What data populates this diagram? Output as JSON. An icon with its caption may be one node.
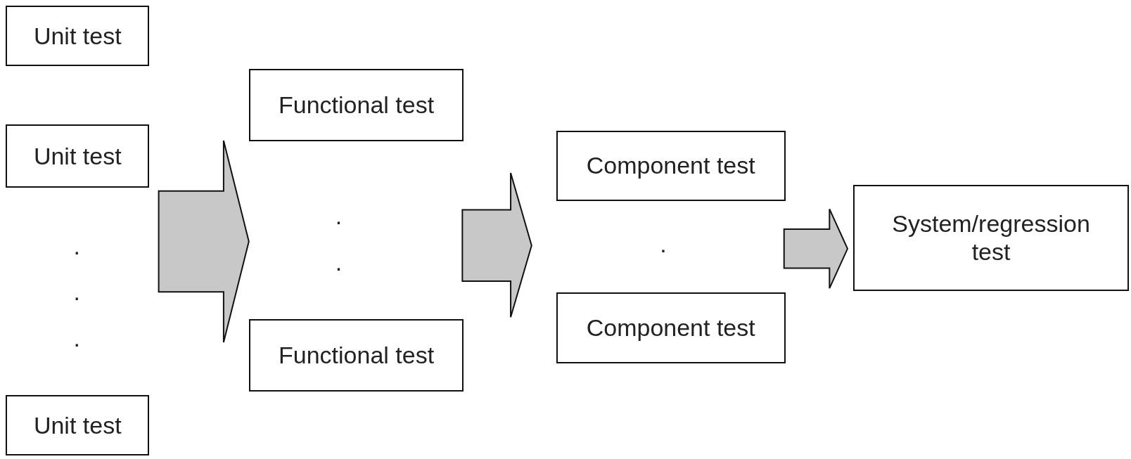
{
  "diagram": {
    "nodes": [
      {
        "text": [
          "Unit test"
        ]
      },
      {
        "text": [
          "Unit test"
        ]
      },
      {
        "text": [
          "Unit test"
        ]
      },
      {
        "text": [
          "Functional test"
        ]
      },
      {
        "text": [
          "Functional test"
        ]
      },
      {
        "text": [
          "Component test"
        ]
      },
      {
        "text": [
          "Component test"
        ]
      },
      {
        "text": [
          "System/regression test"
        ]
      }
    ],
    "edges": [
      {
        "from": 0,
        "to": 3,
        "arrow": "to",
        "style": "thick"
      },
      {
        "from": 0,
        "to": 4,
        "arrow": "to",
        "style": "thick"
      },
      {
        "from": 1,
        "to": 3,
        "arrow": "to",
        "style": "thick"
      },
      {
        "from": 1,
        "to": 4,
        "arrow": "to",
        "style": "thick"
      },
      {
        "from": 2,
        "to": 3,
        "arrow": "to",
        "style": "thick"
      },
      {
        "from": 2,
        "to": 4,
        "arrow": "to",
        "style": "thick"
      },
      {
        "from": 3,
        "to": 5,
        "arrow": "to",
        "style": "thick"
      },
      {
        "from": 3,
        "to": 6,
        "arrow": "to",
        "style": "thick"
      },
      {
        "from": 4,
        "to": 5,
        "arrow": "to",
        "style": "thick"
      },
      {
        "from": 4,
        "to": 6,
        "arrow": "to",
        "style": "thick"
      },
      {
        "from": 5,
        "to": 7,
        "arrow": "to",
        "style": "thick"
      },
      {
        "from": 6,
        "to": 7,
        "arrow": "to",
        "style": "thick"
      }
    ],
    "labels": [
      ".",
      ".",
      ".",
      ".",
      ".",
      "."
    ]
  }
}
